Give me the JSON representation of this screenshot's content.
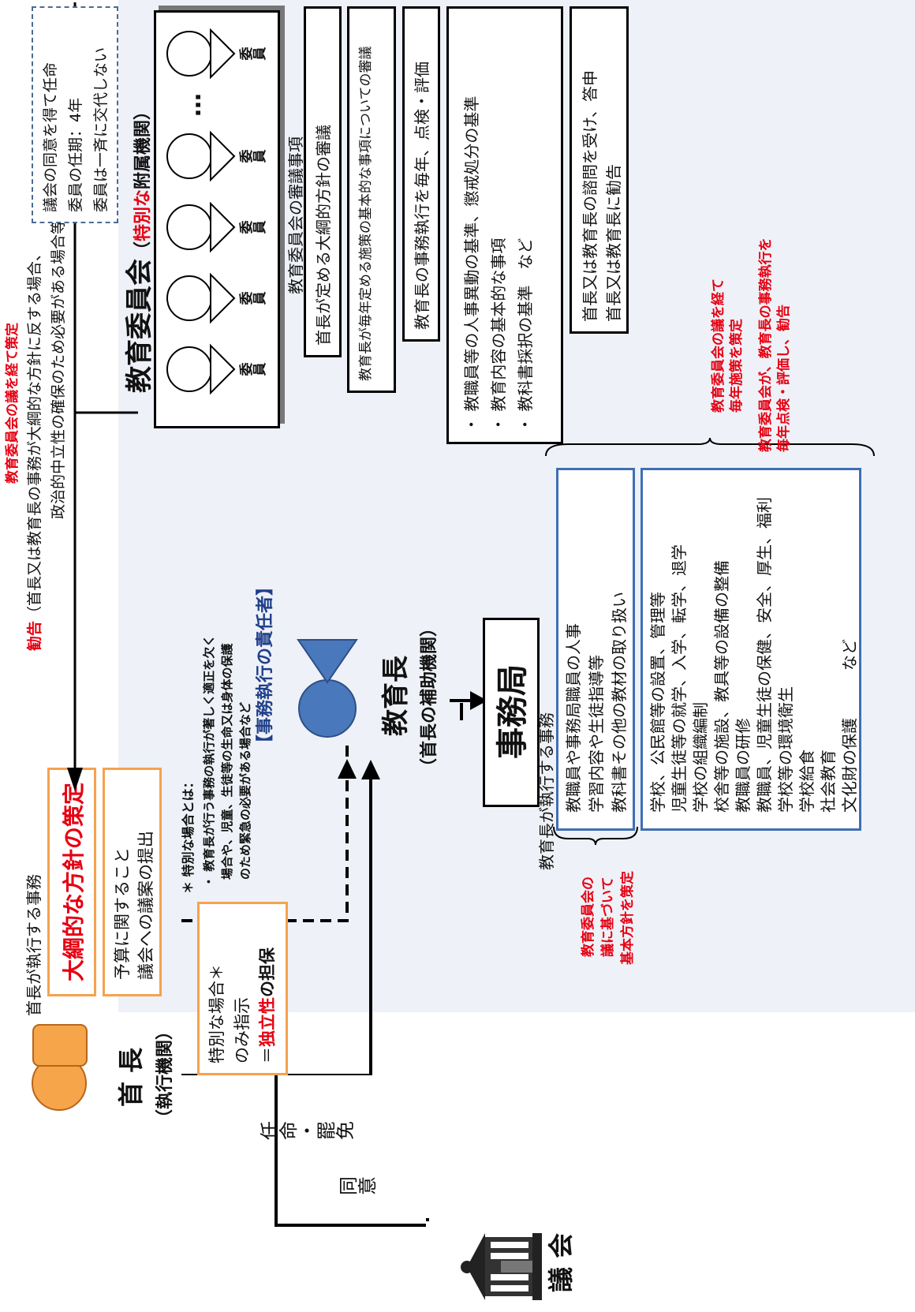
{
  "colors": {
    "accent_red": "#e60012",
    "orange_border": "#f5a24e",
    "blue_border": "#3f6fb5",
    "person_orange": "#f7a54a",
    "person_blue": "#4a78bd",
    "background_shade": "#eef1f7"
  },
  "gikai": {
    "title": "議 会",
    "icon": "parliament-building-icon"
  },
  "consent": {
    "label": "同\n意"
  },
  "appoint": {
    "label": "任\n命\n・\n罷\n免"
  },
  "shucho": {
    "title": "首 長",
    "subtitle": "（執行機関）",
    "affairs_heading": "首長が執行する事務",
    "policy": "大綱的な方針の策定",
    "budget_lines": [
      "予算に関すること",
      "議会への議案の提出"
    ],
    "special_lines": [
      "特別な場合＊",
      "のみ指示"
    ],
    "independence_prefix": "＝",
    "independence_red": "独立性",
    "independence_suffix": "の担保",
    "note_heading": "＊ 特別な場合とは：",
    "note_lines": [
      "・ 教育長が行う事務の執行が著しく適正を欠く",
      "場合や、児童、生徒等の生命又は身体の保護",
      "のため緊急の必要がある場合など"
    ]
  },
  "top_annotation": {
    "red": "教育委員会の議を経て策定",
    "red2": "勧告",
    "line1": "（首長又は教育長の事務が大綱的な方針に反する場合、",
    "line2": "政治的中立性の確保のため必要がある場合等）"
  },
  "kyoikucho": {
    "title": "教育長",
    "subtitle": "（首長の補助機関）",
    "responsibility": "【事務執行の責任者】"
  },
  "jimukyoku": {
    "title": "事務局",
    "affairs_heading": "教育長が執行する事務",
    "box1_lines": [
      "教職員や事務局職員の人事",
      "学習内容や生徒指導等",
      "教科書その他の教材の取り扱い"
    ],
    "box2_lines": [
      "学校、公民館等の設置、管理等",
      "児童生徒等の就学、入学、転学、退学",
      "学校の組織編制",
      "校舎等の施設、教具等の設備の整備",
      "教職員の研修",
      "教職員、児童生徒の保健、安全、厚生、福利",
      "学校等の環境衛生",
      "学校給食",
      "社会教育",
      "文化財の保護　　　など"
    ],
    "basic_policy_red": [
      "教育委員会の",
      "議に基づいて",
      "基本方針を策定"
    ]
  },
  "committee": {
    "title": "教育委員会",
    "paren_open": "（",
    "special_red": "特別な",
    "special_black": "附属機関",
    "paren_close": "）",
    "member_label": "委\n員",
    "ellipsis": "…",
    "term_lines": [
      "議会の同意を得て任命",
      "委員の任期：4年",
      "委員は一斉に交代しない"
    ],
    "matters_heading": "教育委員会の審議事項",
    "matters": [
      "首長が定める大綱的方針の審議",
      "教育長が毎年定める施策の基本的な事項についての審議",
      "教育長の事務執行を毎年、点検・評価",
      "・ 教職員等の人事異動の基準、懲戒処分の基準\n・ 教育内容の基本的な事項\n・ 教科書採択の基準　など",
      "首長又は教育長の諮問を受け、答申\n首長又は教育長に勧告"
    ],
    "red_notes": [
      "教育委員会の議を経て\n毎年施策を策定",
      "教育委員会が、教育長の事務執行を\n毎年点検・評価し、勧告"
    ]
  }
}
